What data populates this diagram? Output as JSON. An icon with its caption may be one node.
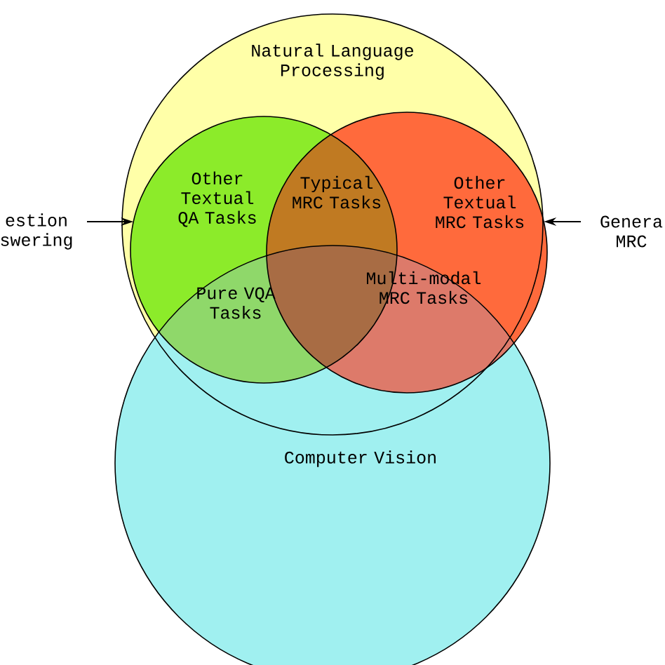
{
  "diagram": {
    "nodes": [
      {
        "text": [
          "Natural Language Processing"
        ]
      },
      {
        "text": [
          "Other Textual QA Tasks"
        ],
        "in": 0
      },
      {
        "text": [
          "Other Textual MRC Tasks"
        ],
        "in": 0
      },
      {
        "text": [
          "Computer Vision"
        ]
      },
      {
        "text": [
          "estion swering"
        ]
      },
      {
        "text": [
          "Genera MRC"
        ]
      }
    ],
    "edges": [
      {
        "from": 4,
        "to": 1,
        "arrow": "to"
      },
      {
        "from": 5,
        "to": 2,
        "arrow": "to"
      }
    ],
    "labels": [
      "Typical MRC Tasks",
      "Multi-modal MRC Tasks",
      "Pure VQA Tasks"
    ]
  }
}
